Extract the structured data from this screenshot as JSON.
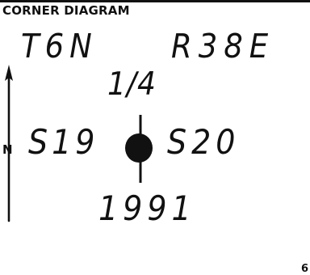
{
  "diagram": {
    "title": "CORNER DIAGRAM",
    "township": "T6N",
    "range": "R38E",
    "corner": "1/4",
    "section_left": "S19",
    "section_right": "S20",
    "year": "1991",
    "north_label": "N",
    "page_number": "6"
  },
  "colors": {
    "ink": "#111111",
    "paper": "#ffffff"
  },
  "icons": {
    "north_arrow": "north-arrow-icon",
    "monument": "monument-dot-icon"
  }
}
